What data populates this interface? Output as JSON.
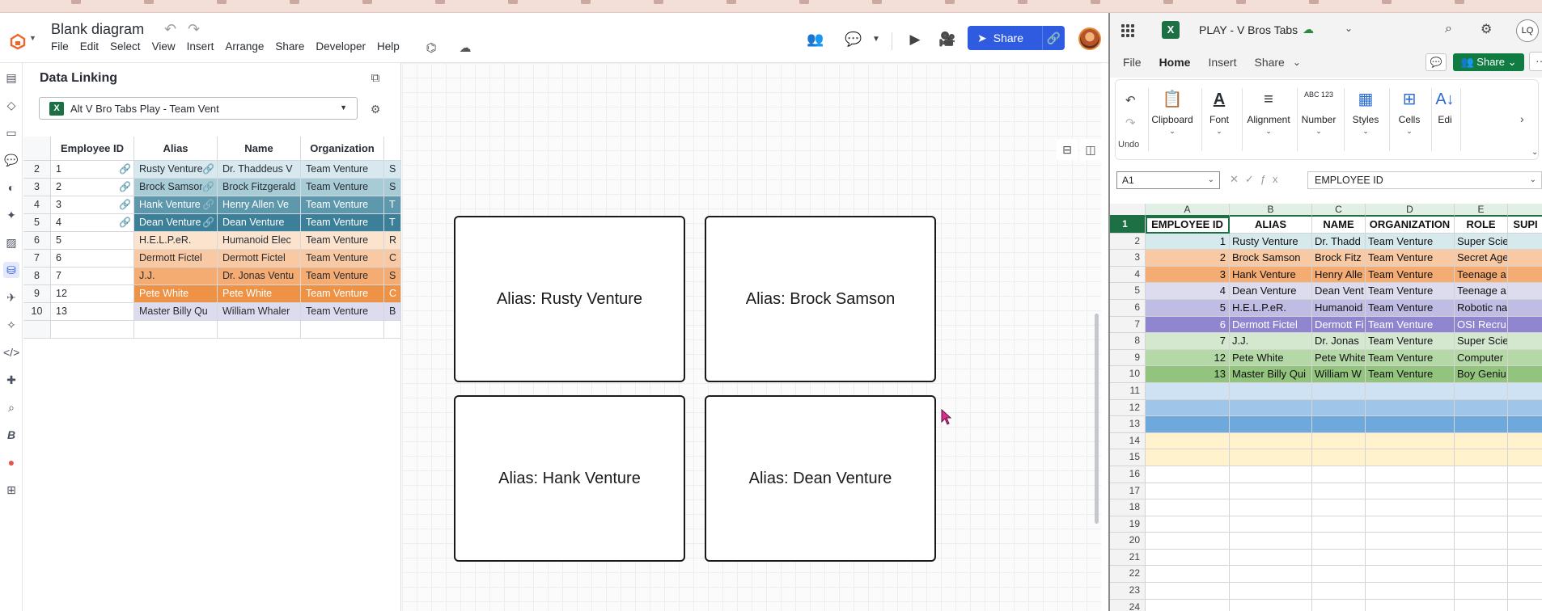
{
  "lucid": {
    "doc_title": "Blank diagram",
    "menu": [
      "File",
      "Edit",
      "Select",
      "View",
      "Insert",
      "Arrange",
      "Share",
      "Developer",
      "Help"
    ],
    "share_label": "Share",
    "panel": {
      "title": "Data Linking",
      "datasource": "Alt V Bro Tabs Play - Team Vent"
    },
    "grid": {
      "headers": [
        "Employee ID",
        "Alias",
        "Name",
        "Organization"
      ],
      "rows": [
        {
          "rn": "2",
          "id": "1",
          "alias": "Rusty Venture",
          "name": "Dr. Thaddeus V",
          "org": "Team Venture",
          "extra": "S",
          "color": "#d7e8ee",
          "text": "#282c33",
          "linked": true
        },
        {
          "rn": "3",
          "id": "2",
          "alias": "Brock Samson",
          "name": "Brock Fitzgerald",
          "org": "Team Venture",
          "extra": "S",
          "color": "#a8ccd6",
          "text": "#282c33",
          "linked": true
        },
        {
          "rn": "4",
          "id": "3",
          "alias": "Hank Venture",
          "name": "Henry Allen Ve",
          "org": "Team Venture",
          "extra": "T",
          "color": "#5e98ac",
          "text": "#ffffff",
          "linked": true
        },
        {
          "rn": "5",
          "id": "4",
          "alias": "Dean Venture",
          "name": "Dean Venture",
          "org": "Team Venture",
          "extra": "T",
          "color": "#3c7f98",
          "text": "#ffffff",
          "linked": true
        },
        {
          "rn": "6",
          "id": "5",
          "alias": "H.E.L.P.eR.",
          "name": "Humanoid Elec",
          "org": "Team Venture",
          "extra": "R",
          "color": "#fbe3cd",
          "text": "#282c33",
          "linked": false
        },
        {
          "rn": "7",
          "id": "6",
          "alias": "Dermott Fictel",
          "name": "Dermott Fictel",
          "org": "Team Venture",
          "extra": "C",
          "color": "#f8c9a2",
          "text": "#282c33",
          "linked": false
        },
        {
          "rn": "8",
          "id": "7",
          "alias": "J.J.",
          "name": "Dr. Jonas Ventu",
          "org": "Team Venture",
          "extra": "S",
          "color": "#f5ac73",
          "text": "#282c33",
          "linked": false
        },
        {
          "rn": "9",
          "id": "12",
          "alias": "Pete White",
          "name": "Pete White",
          "org": "Team Venture",
          "extra": "C",
          "color": "#ee9346",
          "text": "#ffffff",
          "linked": false
        },
        {
          "rn": "10",
          "id": "13",
          "alias": "Master Billy Qu",
          "name": "William Whaler",
          "org": "Team Venture",
          "extra": "B",
          "color": "#dcdcee",
          "text": "#282c33",
          "linked": false
        }
      ]
    },
    "shapes": [
      {
        "label": "Alias: Rusty Venture"
      },
      {
        "label": "Alias: Brock Samson"
      },
      {
        "label": "Alias: Hank Venture"
      },
      {
        "label": "Alias: Dean Venture"
      }
    ]
  },
  "excel": {
    "title": "PLAY - V Bros Tabs",
    "tabs": [
      "File",
      "Home",
      "Insert",
      "Share"
    ],
    "active_tab": "Home",
    "share_label": "Share",
    "ribbon": {
      "undo_label": "Undo",
      "groups": [
        "Clipboard",
        "Font",
        "Alignment",
        "Number",
        "Styles",
        "Cells",
        "Edi"
      ],
      "number_icon": "ABC 123"
    },
    "namebox": "A1",
    "formula": "EMPLOYEE ID",
    "col_letters": [
      "A",
      "B",
      "C",
      "D",
      "E",
      ""
    ],
    "header_row": {
      "rn": "1",
      "cells": [
        "EMPLOYEE ID",
        "ALIAS",
        "NAME",
        "ORGANIZATION",
        "ROLE",
        "SUPI"
      ]
    },
    "rows": [
      {
        "rn": "2",
        "cells": [
          "1",
          "Rusty Venture",
          "Dr. Thadd",
          "Team Venture",
          "Super Scie",
          ""
        ],
        "color": "#d6eaee"
      },
      {
        "rn": "3",
        "cells": [
          "2",
          "Brock Samson",
          "Brock Fitz",
          "Team Venture",
          "Secret Age",
          ""
        ],
        "color": "#f8c9a2"
      },
      {
        "rn": "4",
        "cells": [
          "3",
          "Hank Venture",
          "Henry Alle",
          "Team Venture",
          "Teenage a",
          ""
        ],
        "color": "#f5ac73"
      },
      {
        "rn": "5",
        "cells": [
          "4",
          "Dean Venture",
          "Dean Vent",
          "Team Venture",
          "Teenage a",
          ""
        ],
        "color": "#dcdcee"
      },
      {
        "rn": "6",
        "cells": [
          "5",
          "H.E.L.P.eR.",
          "Humanoid",
          "Team Venture",
          "Robotic na",
          ""
        ],
        "color": "#c0bde4"
      },
      {
        "rn": "7",
        "cells": [
          "6",
          "Dermott Fictel",
          "Dermott Fi",
          "Team Venture",
          "OSI Recru",
          ""
        ],
        "color": "#8f86cf",
        "text": "#ffffff"
      },
      {
        "rn": "8",
        "cells": [
          "7",
          "J.J.",
          "Dr. Jonas",
          "Team Venture",
          "Super Scie",
          ""
        ],
        "color": "#d4e8cf"
      },
      {
        "rn": "9",
        "cells": [
          "12",
          "Pete White",
          "Pete White",
          "Team Venture",
          "Computer",
          ""
        ],
        "color": "#b4d8a6"
      },
      {
        "rn": "10",
        "cells": [
          "13",
          "Master Billy Qui",
          "William W",
          "Team Venture",
          "Boy Geniu",
          ""
        ],
        "color": "#93c47d"
      },
      {
        "rn": "11",
        "cells": [
          "",
          "",
          "",
          "",
          "",
          ""
        ],
        "color": "#cfe2f3"
      },
      {
        "rn": "12",
        "cells": [
          "",
          "",
          "",
          "",
          "",
          ""
        ],
        "color": "#9fc5e8"
      },
      {
        "rn": "13",
        "cells": [
          "",
          "",
          "",
          "",
          "",
          ""
        ],
        "color": "#6fa8dc"
      },
      {
        "rn": "14",
        "cells": [
          "",
          "",
          "",
          "",
          "",
          ""
        ],
        "color": "#fff2cc"
      },
      {
        "rn": "15",
        "cells": [
          "",
          "",
          "",
          "",
          "",
          ""
        ],
        "color": "#fff2cc"
      },
      {
        "rn": "16",
        "cells": [
          "",
          "",
          "",
          "",
          "",
          ""
        ],
        "color": "#ffffff"
      },
      {
        "rn": "17",
        "cells": [
          "",
          "",
          "",
          "",
          "",
          ""
        ],
        "color": "#ffffff"
      },
      {
        "rn": "18",
        "cells": [
          "",
          "",
          "",
          "",
          "",
          ""
        ],
        "color": "#ffffff"
      },
      {
        "rn": "19",
        "cells": [
          "",
          "",
          "",
          "",
          "",
          ""
        ],
        "color": "#ffffff"
      },
      {
        "rn": "20",
        "cells": [
          "",
          "",
          "",
          "",
          "",
          ""
        ],
        "color": "#ffffff"
      },
      {
        "rn": "21",
        "cells": [
          "",
          "",
          "",
          "",
          "",
          ""
        ],
        "color": "#ffffff"
      },
      {
        "rn": "22",
        "cells": [
          "",
          "",
          "",
          "",
          "",
          ""
        ],
        "color": "#ffffff"
      },
      {
        "rn": "23",
        "cells": [
          "",
          "",
          "",
          "",
          "",
          ""
        ],
        "color": "#ffffff"
      },
      {
        "rn": "24",
        "cells": [
          "",
          "",
          "",
          "",
          "",
          ""
        ],
        "color": "#ffffff"
      }
    ]
  }
}
